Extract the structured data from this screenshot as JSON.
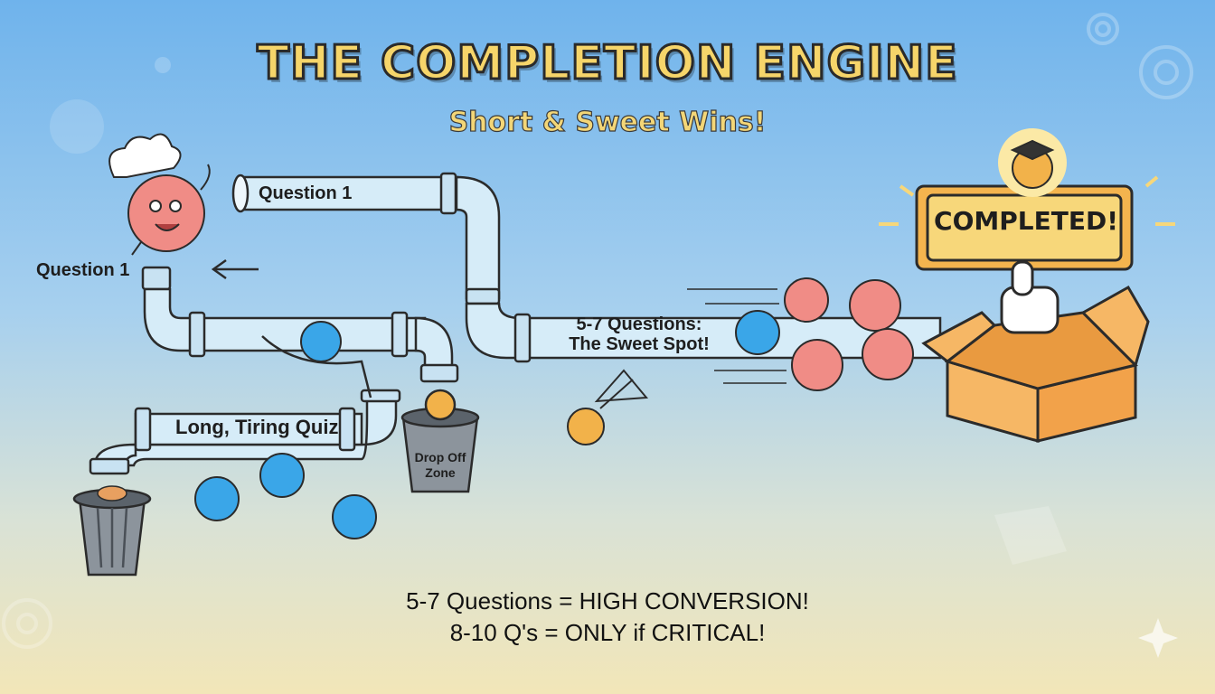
{
  "header": {
    "title": "THE COMPLETION ENGINE",
    "subtitle": "Short & Sweet Wins!"
  },
  "labels": {
    "question_top": "Question 1",
    "question_left": "Question 1",
    "long_quiz": "Long, Tiring Quiz",
    "drop_zone": "Drop Off Zone",
    "sweet_spot_line1": "5-7 Questions:",
    "sweet_spot_line2": "The Sweet Spot!",
    "completed": "COMPLETED!"
  },
  "footer": {
    "line1": "5-7 Questions = HIGH CONVERSION!",
    "line2": "8-10 Q's = ONLY if CRITICAL!"
  },
  "colors": {
    "pipe": "#d6ecf8",
    "pipe_outline": "#2b2b2b",
    "pink_brain": "#f08c86",
    "blue_brain": "#3aa6e8",
    "gold_brain": "#f2b24a",
    "box": "#f6b765",
    "sign": "#f7d77a"
  },
  "icons": [
    "chef-hat-icon",
    "graduation-cap-icon",
    "thumbs-up-icon",
    "trash-can-icon",
    "net-icon",
    "gear-icon",
    "arrow-left-icon"
  ]
}
